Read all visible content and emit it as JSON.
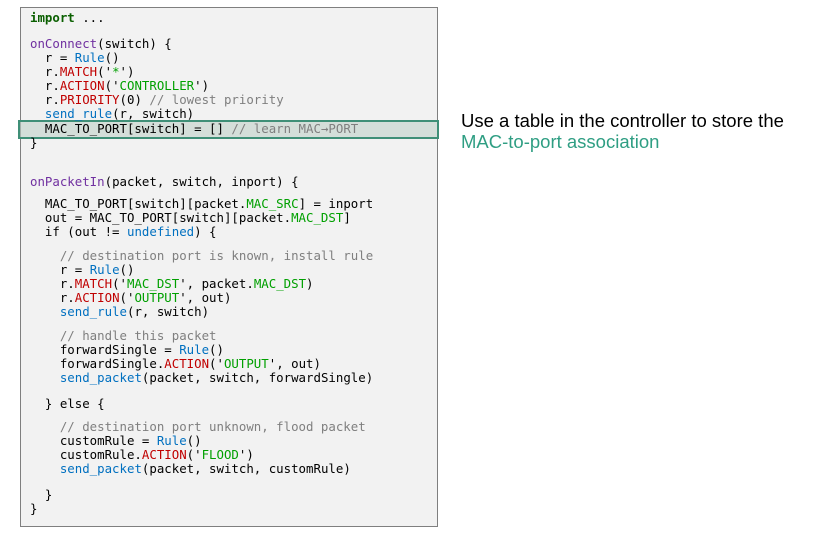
{
  "colors": {
    "function": "#7030a0",
    "class": "#0070c0",
    "keyword": "#0a5f00",
    "string": "#00a000",
    "comment": "#7f7f7f",
    "highlight_border": "#3f8f77",
    "annotation_accent": "#2f9e83"
  },
  "annotation": {
    "line1": "Use a table in the controller to store the",
    "line2": "MAC-to-port association"
  },
  "code": {
    "l01": {
      "kw": "import",
      "rest": " ..."
    },
    "l02": {
      "fn": "onConnect",
      "rest": "(switch) {"
    },
    "l03": {
      "a": "  r = ",
      "cls": "Rule",
      "b": "()"
    },
    "l04": {
      "a": "  r.",
      "fn": "MATCH",
      "b": "('",
      "str": "*",
      "c": "')"
    },
    "l05": {
      "a": "  r.",
      "fn": "ACTION",
      "b": "('",
      "str": "CONTROLLER",
      "c": "')"
    },
    "l06": {
      "a": "  r.",
      "fn": "PRIORITY",
      "b": "(0) ",
      "cm": "// lowest priority"
    },
    "l07": {
      "a": "  ",
      "lk": "send_rule",
      "b": "(r, switch)"
    },
    "l08": {
      "a": "  MAC_TO_PORT[switch] = [] ",
      "cm": "// learn MAC→PORT"
    },
    "l09": {
      "a": "}"
    },
    "l10": {
      "fn": "onPacketIn",
      "rest": "(packet, switch, inport) {"
    },
    "l11": {
      "a": "  MAC_TO_PORT[switch][packet.",
      "mac": "MAC_SRC",
      "b": "] = inport"
    },
    "l12": {
      "a": "  out = MAC_TO_PORT[switch][packet.",
      "mac": "MAC_DST",
      "b": "]"
    },
    "l13": {
      "a": "  if (out != ",
      "lk": "undefined",
      "b": ") {"
    },
    "l14": {
      "cm": "    // destination port is known, install rule"
    },
    "l15": {
      "a": "    r = ",
      "cls": "Rule",
      "b": "()"
    },
    "l16": {
      "a": "    r.",
      "fn": "MATCH",
      "b": "('",
      "str": "MAC_DST",
      "c": "', packet.",
      "mac": "MAC_DST",
      "d": ")"
    },
    "l17": {
      "a": "    r.",
      "fn": "ACTION",
      "b": "('",
      "str": "OUTPUT",
      "c": "', out)"
    },
    "l18": {
      "a": "    ",
      "lk": "send_rule",
      "b": "(r, switch)"
    },
    "l19": {
      "cm": "    // handle this packet"
    },
    "l20": {
      "a": "    forwardSingle = ",
      "cls": "Rule",
      "b": "()"
    },
    "l21": {
      "a": "    forwardSingle.",
      "fn": "ACTION",
      "b": "('",
      "str": "OUTPUT",
      "c": "', out)"
    },
    "l22": {
      "a": "    ",
      "lk": "send_packet",
      "b": "(packet, switch, forwardSingle)"
    },
    "l23": {
      "a": "  } else {"
    },
    "l24": {
      "cm": "    // destination port unknown, flood packet"
    },
    "l25": {
      "a": "    customRule = ",
      "cls": "Rule",
      "b": "()"
    },
    "l26": {
      "a": "    customRule.",
      "fn": "ACTION",
      "b": "('",
      "str": "FLOOD",
      "c": "')"
    },
    "l27": {
      "a": "    ",
      "lk": "send_packet",
      "b": "(packet, switch, customRule)"
    },
    "l28": {
      "a": "  }"
    },
    "l29": {
      "a": "}"
    }
  }
}
